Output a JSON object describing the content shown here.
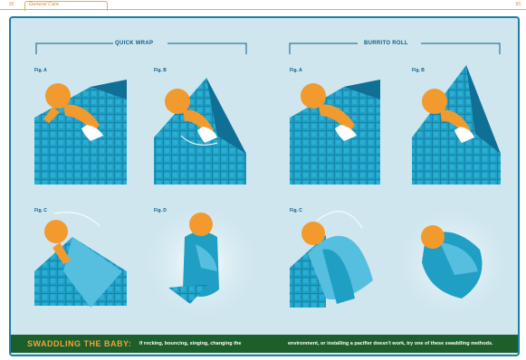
{
  "header": {
    "page_left": "92",
    "section": "General Care",
    "page_right": "93"
  },
  "headings": {
    "quick_wrap": "QUICK WRAP",
    "burrito_roll": "BURRITO ROLL"
  },
  "figs": {
    "qw_a": "Fig. A",
    "qw_b": "Fig. B",
    "qw_c": "Fig. C",
    "qw_d": "Fig. D",
    "br_a": "Fig. A",
    "br_b": "Fig. B",
    "br_c": "Fig. C"
  },
  "footer": {
    "title": "SWADDLING THE BABY:",
    "text_left": "If rocking, bouncing, singing, changing the",
    "text_right": "environment, or installing a pacifier doesn't work, try one of these swaddling methods."
  },
  "colors": {
    "panel": "#cfe6ef",
    "blanket": "#1f9fc4",
    "baby": "#f29a2e",
    "bar": "#1d5f2a",
    "accent": "#f2a23a"
  }
}
